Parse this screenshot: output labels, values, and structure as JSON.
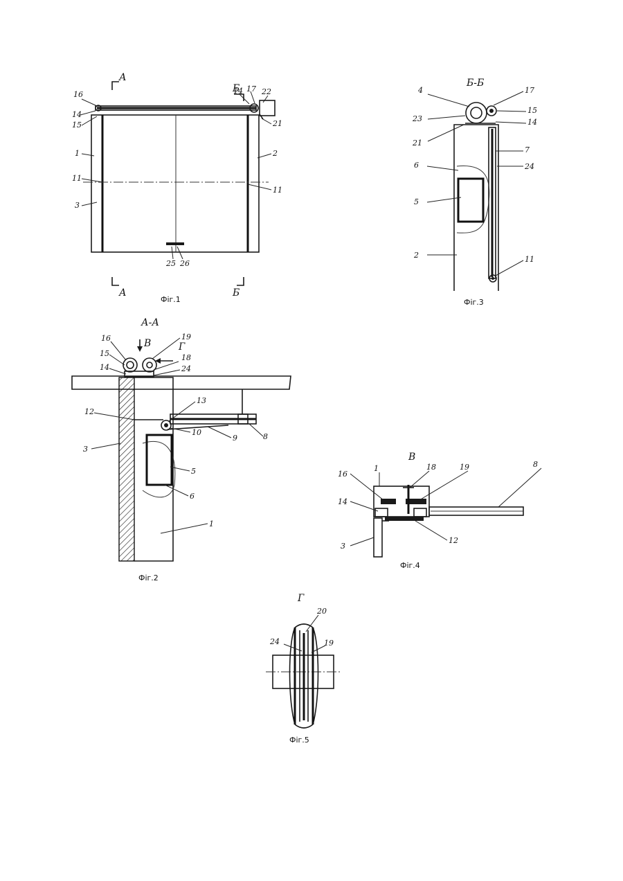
{
  "figures": {
    "fig1": {
      "caption": "Фіг.1",
      "section_marks": [
        "А",
        "А",
        "Б",
        "Б"
      ],
      "labels": [
        "16",
        "14",
        "15",
        "1",
        "11",
        "3",
        "14",
        "17",
        "22",
        "21",
        "2",
        "11",
        "25",
        "26"
      ]
    },
    "fig3": {
      "caption": "Фіг.3",
      "title": "Б-Б",
      "labels": [
        "4",
        "23",
        "21",
        "6",
        "5",
        "2",
        "17",
        "15",
        "14",
        "7",
        "24",
        "11"
      ]
    },
    "fig2": {
      "caption": "Фіг.2",
      "title": "А-А",
      "view_mark": "В",
      "view_mark2": "Г",
      "labels": [
        "16",
        "19",
        "15",
        "18",
        "14",
        "24",
        "12",
        "13",
        "3",
        "10",
        "9",
        "8",
        "5",
        "6",
        "1"
      ]
    },
    "fig4": {
      "caption": "Фіг.4",
      "title": "В",
      "labels": [
        "16",
        "1",
        "18",
        "19",
        "8",
        "14",
        "3",
        "12"
      ]
    },
    "fig5": {
      "caption": "Фіг.5",
      "title": "Г",
      "labels": [
        "20",
        "24",
        "19"
      ]
    }
  }
}
